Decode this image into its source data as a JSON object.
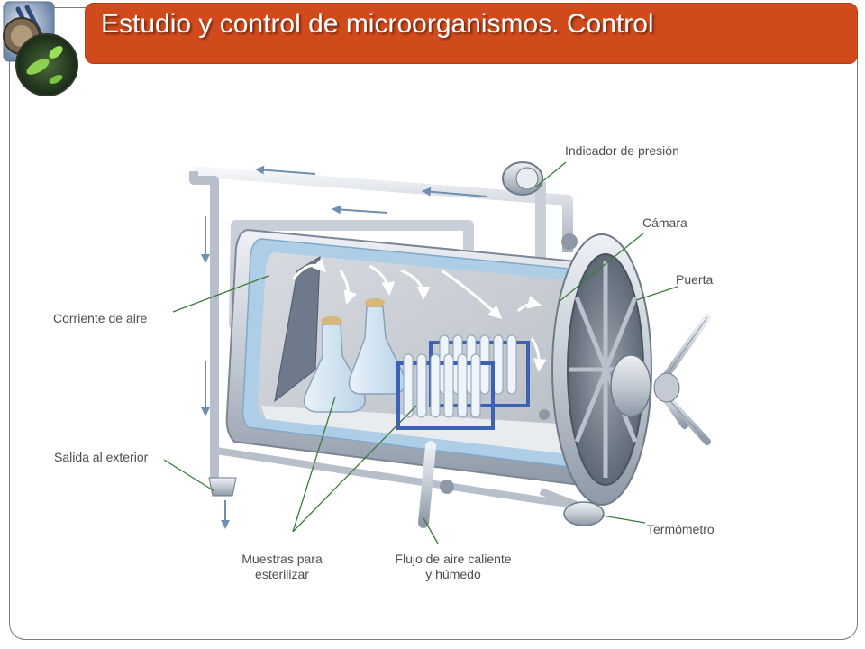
{
  "title": "Estudio y control de microorganismos. Control",
  "colors": {
    "title_bar": "#d04a1c",
    "leader_line": "#3b7a3b",
    "chamber_metal": "#c3cad3",
    "liquid_layer": "#aecde6"
  },
  "icons": {
    "logo": "microscope-microbes-logo"
  },
  "labels": {
    "pressure_gauge": "Indicador de presión",
    "chamber": "Cámara",
    "door": "Puerta",
    "air_current": "Corriente de aire",
    "exhaust": "Salida al exterior",
    "samples": "Muestras para\nesterilizar",
    "hot_air_flow": "Flujo de aire caliente\ny húmedo",
    "thermometer": "Termómetro"
  }
}
